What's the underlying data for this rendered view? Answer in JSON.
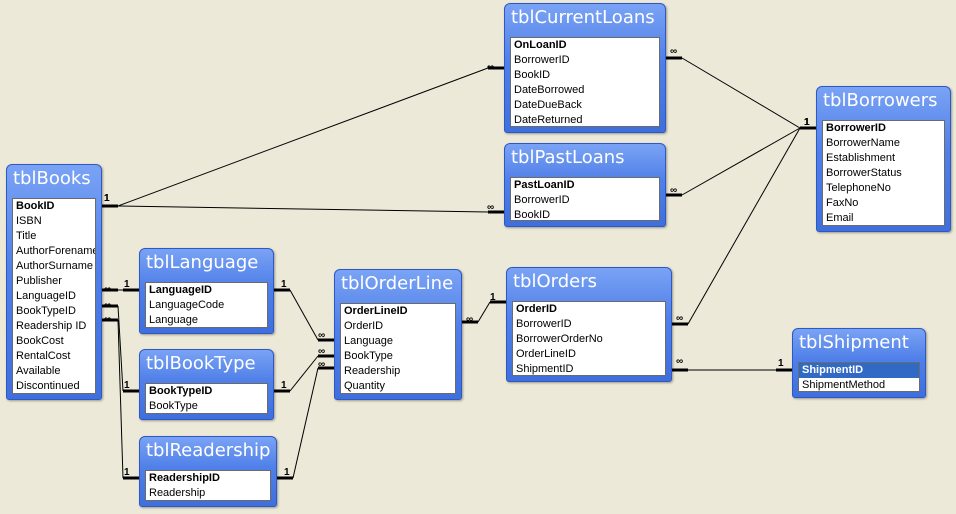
{
  "tables": [
    {
      "key": "books",
      "title": "tblBooks",
      "fields": [
        "BookID",
        "ISBN",
        "Title",
        "AuthorForename",
        "AuthorSurname",
        "Publisher",
        "LanguageID",
        "BookTypeID",
        "Readership ID",
        "BookCost",
        "RentalCost",
        "Available",
        "Discontinued"
      ],
      "pk": 1
    },
    {
      "key": "currentloans",
      "title": "tblCurrentLoans",
      "fields": [
        "OnLoanID",
        "BorrowerID",
        "BookID",
        "DateBorrowed",
        "DateDueBack",
        "DateReturned"
      ],
      "pk": 1
    },
    {
      "key": "pastloans",
      "title": "tblPastLoans",
      "fields": [
        "PastLoanID",
        "BorrowerID",
        "BookID"
      ],
      "pk": 1
    },
    {
      "key": "borrowers",
      "title": "tblBorrowers",
      "fields": [
        "BorrowerID",
        "BorrowerName",
        "Establishment",
        "BorrowerStatus",
        "TelephoneNo",
        "FaxNo",
        "Email"
      ],
      "pk": 1
    },
    {
      "key": "language",
      "title": "tblLanguage",
      "fields": [
        "LanguageID",
        "LanguageCode",
        "Language"
      ],
      "pk": 1
    },
    {
      "key": "booktype",
      "title": "tblBookType",
      "fields": [
        "BookTypeID",
        "BookType"
      ],
      "pk": 1
    },
    {
      "key": "readership",
      "title": "tblReadership",
      "fields": [
        "ReadershipID",
        "Readership"
      ],
      "pk": 1
    },
    {
      "key": "orderline",
      "title": "tblOrderLine",
      "fields": [
        "OrderLineID",
        "OrderID",
        "Language",
        "BookType",
        "Readership",
        "Quantity"
      ],
      "pk": 1
    },
    {
      "key": "orders",
      "title": "tblOrders",
      "fields": [
        "OrderID",
        "BorrowerID",
        "BorrowerOrderNo",
        "OrderLineID",
        "ShipmentID"
      ],
      "pk": 1
    },
    {
      "key": "shipment",
      "title": "tblShipment",
      "fields": [
        "ShipmentID",
        "ShipmentMethod"
      ],
      "pk": 1,
      "selected_field": "ShipmentID"
    }
  ],
  "relationships": [
    {
      "from": "books",
      "to": "currentloans",
      "one_label": "1",
      "many_label": "∞"
    },
    {
      "from": "books",
      "to": "pastloans",
      "one_label": "1",
      "many_label": "∞"
    },
    {
      "from": "borrowers",
      "to": "currentloans",
      "one_label": "1",
      "many_label": "∞"
    },
    {
      "from": "borrowers",
      "to": "pastloans",
      "one_label": "1",
      "many_label": "∞"
    },
    {
      "from": "borrowers",
      "to": "orders",
      "one_label": "1",
      "many_label": "∞"
    },
    {
      "from": "language",
      "to": "books",
      "one_label": "1",
      "many_label": "∞"
    },
    {
      "from": "booktype",
      "to": "books",
      "one_label": "1",
      "many_label": "∞"
    },
    {
      "from": "readership",
      "to": "books",
      "one_label": "1",
      "many_label": "∞"
    },
    {
      "from": "language",
      "to": "orderline",
      "one_label": "1",
      "many_label": "∞"
    },
    {
      "from": "booktype",
      "to": "orderline",
      "one_label": "1",
      "many_label": "∞"
    },
    {
      "from": "readership",
      "to": "orderline",
      "one_label": "1",
      "many_label": "∞"
    },
    {
      "from": "orders",
      "to": "orderline",
      "one_label": "1",
      "many_label": "∞"
    },
    {
      "from": "shipment",
      "to": "orders",
      "one_label": "1",
      "many_label": "∞"
    }
  ],
  "colors": {
    "title_bar": "#4f7fe8",
    "background": "#ece9d8",
    "selection": "#316ac5"
  }
}
